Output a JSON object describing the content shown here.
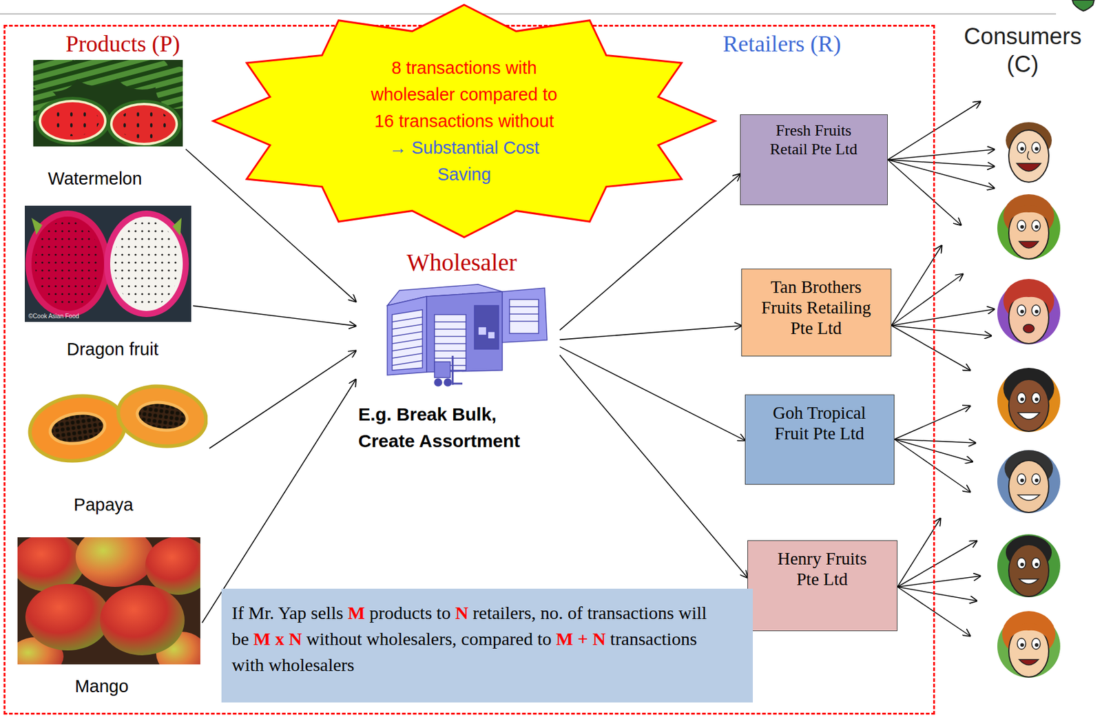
{
  "diagram": {
    "nodes": [
      {
        "text": [
          "Products (P)",
          "Retailers (R)"
        ]
      },
      {
        "text": [
          "8 transactions with wholesaler compared to 16 transactions without",
          "→ Substantial Cost Saving"
        ],
        "in": 0
      },
      {
        "text": [
          "Watermelon"
        ],
        "in": 0
      },
      {
        "text": [
          "Dragon fruit"
        ],
        "in": 0
      },
      {
        "text": [
          "Papaya"
        ],
        "in": 0
      },
      {
        "text": [
          "Mango"
        ],
        "in": 0
      },
      {
        "text": [
          "Wholesaler",
          "E.g. Break Bulk, Create Assortment"
        ],
        "in": 0
      },
      {
        "text": [
          "Fresh Fruits Retail Pte Ltd"
        ],
        "in": 0
      },
      {
        "text": [
          "Tan Brothers Fruits Retailing Pte Ltd"
        ],
        "in": 0
      },
      {
        "text": [
          "Goh Tropical Fruit Pte Ltd"
        ],
        "in": 0
      },
      {
        "text": [
          "Henry Fruits Pte Ltd"
        ],
        "in": 0
      },
      {
        "text": [
          "If Mr. Yap sells",
          "M",
          "products to",
          "N",
          "retailers, no. of transactions will be",
          "M x N",
          "without wholesalers, compared to",
          "M + N",
          "transactions with wholesalers"
        ],
        "in": 0
      }
    ],
    "edges": [
      {
        "from": 2,
        "to": 6,
        "arrow": "to"
      },
      {
        "from": 3,
        "to": 6,
        "arrow": "to"
      },
      {
        "from": 4,
        "to": 6,
        "arrow": "to"
      },
      {
        "from": 5,
        "to": 6,
        "arrow": "to"
      },
      {
        "from": 6,
        "to": 7,
        "arrow": "to"
      },
      {
        "from": 6,
        "to": 8,
        "arrow": "to"
      },
      {
        "from": 6,
        "to": 9,
        "arrow": "to"
      },
      {
        "from": 6,
        "to": 10,
        "arrow": "to"
      }
    ],
    "labels": [
      "Consumers (C)",
      "©Cook Asian Food"
    ]
  }
}
